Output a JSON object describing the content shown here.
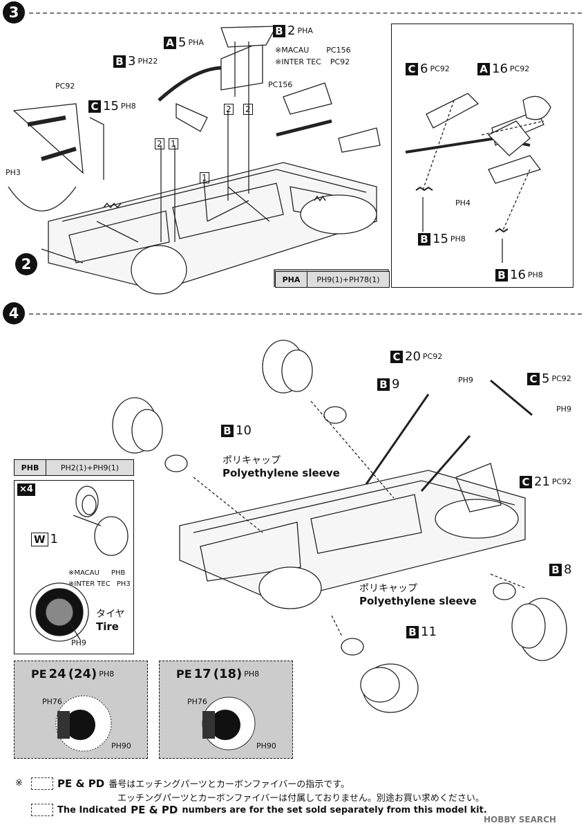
{
  "steps": {
    "s3": "3",
    "s2": "2",
    "s4": "4"
  },
  "step3": {
    "callouts": [
      {
        "part": "B",
        "num": "2",
        "ref": "PHA"
      },
      {
        "part": "A",
        "num": "5",
        "ref": "PHA"
      },
      {
        "part": "B",
        "num": "3",
        "ref": "PH22"
      },
      {
        "part": "C",
        "num": "15",
        "ref": "PH8"
      }
    ],
    "macau_note": "※MACAU",
    "macau_ref": "PC156",
    "intertec_note": "※INTER TEC",
    "intertec_ref": "PC92",
    "ref_pc92": "PC92",
    "ref_pc156": "PC156",
    "ref_ph3": "PH3",
    "box_labels": [
      "2",
      "1",
      "2",
      "2",
      "1"
    ]
  },
  "inset3": {
    "c6": {
      "part": "C",
      "num": "6",
      "ref": "PC92"
    },
    "a16": {
      "part": "A",
      "num": "16",
      "ref": "PC92"
    },
    "ph4": "PH4",
    "b15": {
      "part": "B",
      "num": "15",
      "ref": "PH8"
    },
    "b16": {
      "part": "B",
      "num": "16",
      "ref": "PH8"
    }
  },
  "paint3": {
    "left": "PHA",
    "right": "PH9(1)+PH78(1)"
  },
  "step4": {
    "b10": {
      "part": "B",
      "num": "10"
    },
    "b9": {
      "part": "B",
      "num": "9"
    },
    "b8": {
      "part": "B",
      "num": "8"
    },
    "b11": {
      "part": "B",
      "num": "11"
    },
    "c20": {
      "part": "C",
      "num": "20",
      "ref": "PC92"
    },
    "c5": {
      "part": "C",
      "num": "5",
      "ref": "PC92"
    },
    "c21": {
      "part": "C",
      "num": "21",
      "ref": "PC92"
    },
    "ph9a": "PH9",
    "ph9b": "PH9",
    "poly_jp": "ポリキャップ",
    "poly_en": "Polyethylene sleeve"
  },
  "paint4": {
    "left": "PHB",
    "right": "PH2(1)+PH9(1)"
  },
  "tire_panel": {
    "x4": "×4",
    "w1": {
      "part": "W",
      "num": "1"
    },
    "macau_note": "※MACAU",
    "macau_ref": "PHB",
    "intertec_note": "※INTER TEC",
    "intertec_ref": "PH3",
    "tire_jp": "タイヤ",
    "tire_en": "Tire",
    "ph9": "PH9"
  },
  "pe_left": {
    "pe": "PE",
    "num": "24",
    "alt": "(24)",
    "ref": "PH8",
    "ph76": "PH76",
    "ph90": "PH90"
  },
  "pe_right": {
    "pe": "PE",
    "num": "17",
    "alt": "(18)",
    "ref": "PH8",
    "ph76": "PH76",
    "ph90": "PH90"
  },
  "footer": {
    "mark": "※",
    "jp1": "番号はエッチングパーツとカーボンファイバーの指示です。",
    "jp2": "エッチングパーツとカーボンファイバーは付属しておりません。別途お買い求めください。",
    "en_pre": "The Indicated",
    "en_post": "numbers are for the set sold separately from this model kit.",
    "pe_pd": "PE & PD",
    "watermark": "HOBBY SEARCH"
  }
}
